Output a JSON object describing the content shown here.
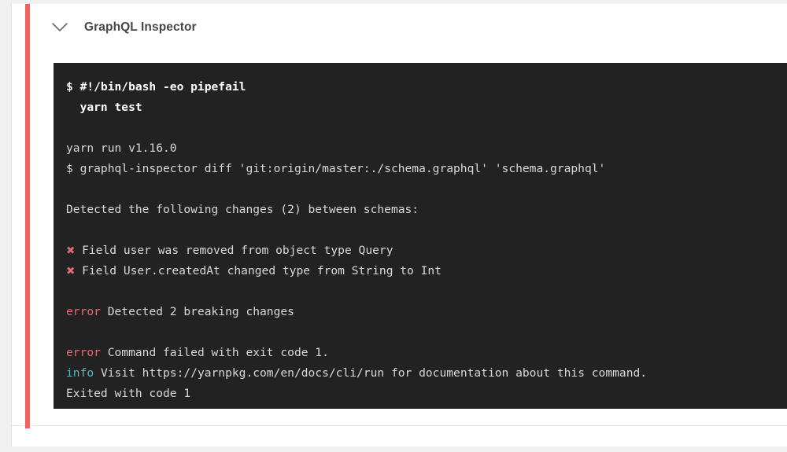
{
  "header": {
    "title": "GraphQL Inspector",
    "collapse_icon": "chevron-down-icon"
  },
  "colors": {
    "status_accent": "#f0625f",
    "terminal_background": "#222222",
    "terminal_text": "#d9d9d9",
    "error_token": "#e06c75",
    "info_token": "#56b6c2",
    "command_text": "#ffffff",
    "title_text": "#44474a",
    "page_background": "#f1f1f1",
    "card_background": "#ffffff"
  },
  "terminal": {
    "lines": [
      {
        "id": "l1",
        "kind": "command",
        "text": "$ #!/bin/bash -eo pipefail"
      },
      {
        "id": "l2",
        "kind": "command",
        "text": "  yarn test"
      },
      {
        "id": "l3",
        "kind": "blank",
        "text": ""
      },
      {
        "id": "l4",
        "kind": "output",
        "text": "yarn run v1.16.0"
      },
      {
        "id": "l5",
        "kind": "output",
        "text": "$ graphql-inspector diff 'git:origin/master:./schema.graphql' 'schema.graphql'"
      },
      {
        "id": "l6",
        "kind": "blank",
        "text": ""
      },
      {
        "id": "l7",
        "kind": "output",
        "text": "Detected the following changes (2) between schemas:"
      },
      {
        "id": "l8",
        "kind": "blank",
        "text": ""
      },
      {
        "id": "l9",
        "kind": "failure",
        "marker": "✖",
        "text": " Field user was removed from object type Query"
      },
      {
        "id": "l10",
        "kind": "failure",
        "marker": "✖",
        "text": " Field User.createdAt changed type from String to Int"
      },
      {
        "id": "l11",
        "kind": "blank",
        "text": ""
      },
      {
        "id": "l12",
        "kind": "tagged",
        "tag": "error",
        "tag_kind": "error",
        "text": " Detected 2 breaking changes"
      },
      {
        "id": "l13",
        "kind": "blank",
        "text": ""
      },
      {
        "id": "l14",
        "kind": "tagged",
        "tag": "error",
        "tag_kind": "error",
        "text": " Command failed with exit code 1."
      },
      {
        "id": "l15",
        "kind": "tagged",
        "tag": "info",
        "tag_kind": "info",
        "text": " Visit https://yarnpkg.com/en/docs/cli/run for documentation about this command."
      },
      {
        "id": "l16",
        "kind": "output",
        "text": "Exited with code 1"
      }
    ]
  }
}
